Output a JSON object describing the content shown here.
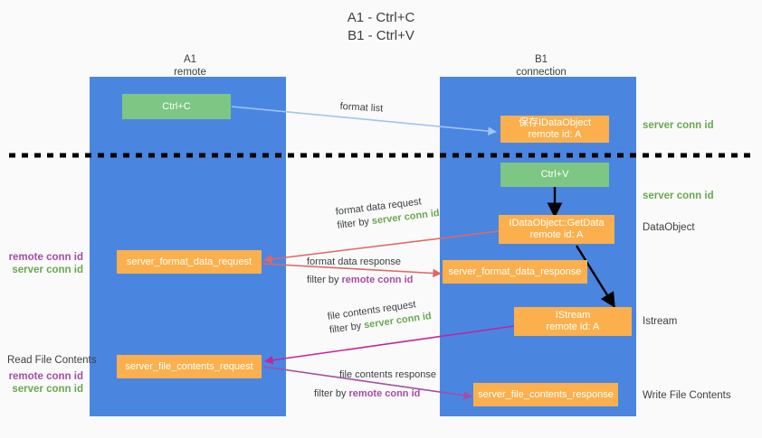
{
  "title": "A1 - Ctrl+C\nB1 - Ctrl+V",
  "colors": {
    "background": "#fafafa",
    "lane": "#4a86e0",
    "node_green": "#7dc683",
    "node_orange": "#fbb04d",
    "server_conn_id": "#6aa84f",
    "remote_conn_id": "#a64ca6",
    "arrow_light_blue": "#9fc5f0",
    "arrow_red": "#e06666",
    "arrow_magenta": "#c0259f",
    "arrow_purple": "#a64ca6",
    "arrow_black": "#000000",
    "divider": "#000000",
    "text": "#3c4043"
  },
  "lanes": [
    {
      "name": "A1",
      "sub": "remote",
      "header": "A1\nremote"
    },
    {
      "name": "B1",
      "sub": "connection",
      "header": "B1\nconnection"
    }
  ],
  "nodes": [
    {
      "id": "ctrl_c",
      "label": "Ctrl+C",
      "kind": "green",
      "lane": "A1"
    },
    {
      "id": "save_idataobject",
      "label": "保存IDataObject\nremote id: A",
      "kind": "orange",
      "lane": "B1"
    },
    {
      "id": "ctrl_v",
      "label": "Ctrl+V",
      "kind": "green",
      "lane": "B1"
    },
    {
      "id": "getdata",
      "label": "IDataObject::GetData\nremote id: A",
      "kind": "orange",
      "lane": "B1"
    },
    {
      "id": "fmt_req",
      "label": "server_format_data_request",
      "kind": "orange",
      "lane": "A1"
    },
    {
      "id": "fmt_resp",
      "label": "server_format_data_response",
      "kind": "orange",
      "lane": "B1"
    },
    {
      "id": "istream",
      "label": "IStream\nremote id: A",
      "kind": "orange",
      "lane": "B1"
    },
    {
      "id": "file_req",
      "label": "server_file_contents_request",
      "kind": "orange",
      "lane": "A1"
    },
    {
      "id": "file_resp",
      "label": "server_file_contents_response",
      "kind": "orange",
      "lane": "B1"
    }
  ],
  "arrow_captions": [
    {
      "id": "format_list",
      "line1": "format list",
      "filter_prefix": "",
      "filter_value": ""
    },
    {
      "id": "format_data_request",
      "line1": "format data request",
      "filter_prefix": "filter by ",
      "filter_value": "server conn id",
      "filter_color": "server"
    },
    {
      "id": "format_data_response",
      "line1": "format data response",
      "filter_prefix": "filter by ",
      "filter_value": "remote conn id",
      "filter_color": "remote"
    },
    {
      "id": "file_contents_request",
      "line1": "file contents request",
      "filter_prefix": "filter by ",
      "filter_value": "server conn id",
      "filter_color": "server"
    },
    {
      "id": "file_contents_response",
      "line1": "file contents response",
      "filter_prefix": "filter by ",
      "filter_value": "remote conn id",
      "filter_color": "remote"
    }
  ],
  "right_labels": [
    {
      "id": "right_server_conn_1",
      "text": "server conn id",
      "color": "server"
    },
    {
      "id": "right_server_conn_2",
      "text": "server conn id",
      "color": "server"
    },
    {
      "id": "right_dataobject",
      "text": "DataObject",
      "color": "dark"
    },
    {
      "id": "right_istream",
      "text": "Istream",
      "color": "dark"
    },
    {
      "id": "right_write_file",
      "text": "Write File Contents",
      "color": "dark"
    }
  ],
  "left_labels": {
    "read_file_contents": "Read File Contents",
    "remote_conn_id": "remote conn id",
    "server_conn_id": "server conn id"
  }
}
